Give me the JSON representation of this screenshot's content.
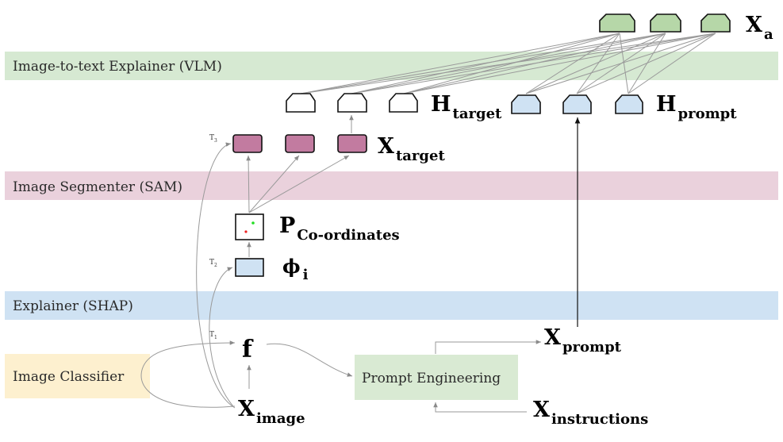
{
  "bands": {
    "vlm": "Image-to-text Explainer (VLM)",
    "sam": "Image Segmenter (SAM)",
    "shap": "Explainer (SHAP)"
  },
  "boxes": {
    "classifier": "Image Classifier",
    "prompt_engineering": "Prompt Engineering"
  },
  "symbols": {
    "x_a": {
      "main": "X",
      "sub": "a"
    },
    "h_target": {
      "main": "H",
      "sub": "target"
    },
    "h_prompt": {
      "main": "H",
      "sub": "prompt"
    },
    "x_target": {
      "main": "X",
      "sub": "target"
    },
    "p_coords": {
      "main": "P",
      "sub": "Co-ordinates"
    },
    "phi_i": {
      "main": "ϕ",
      "sub": "i"
    },
    "f": {
      "main": "f"
    },
    "x_image": {
      "main": "X",
      "sub": "image"
    },
    "x_prompt": {
      "main": "X",
      "sub": "prompt"
    },
    "x_instructions": {
      "main": "X",
      "sub": "instructions"
    }
  },
  "time_labels": {
    "t3": {
      "main": "T",
      "sub": "3"
    },
    "t2": {
      "main": "T",
      "sub": "2"
    },
    "t1": {
      "main": "T",
      "sub": "1"
    }
  },
  "colors": {
    "vlm_band": "#d6e9d2",
    "sam_band": "#ead1dc",
    "shap_band": "#cfe2f3",
    "classifier_box": "#fdf0cf",
    "prompt_box": "#d9ead3",
    "answer_node": "#b6d7a8",
    "prompt_node": "#cfe2f3",
    "target_node": "#c27ba0",
    "phi_node": "#cfe2f3"
  }
}
